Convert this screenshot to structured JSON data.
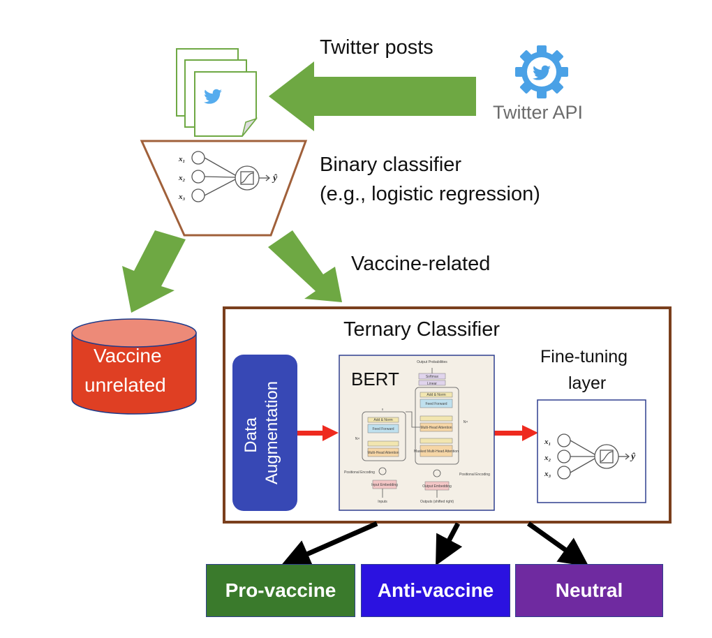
{
  "labels": {
    "twitter_posts": "Twitter posts",
    "twitter_api": "Twitter API",
    "binary_classifier_line1": "Binary classifier",
    "binary_classifier_line2": "(e.g., logistic regression)",
    "vaccine_related": "Vaccine-related",
    "vaccine_unrelated_line1": "Vaccine",
    "vaccine_unrelated_line2": "unrelated",
    "ternary_classifier": "Ternary Classifier",
    "data_augmentation_line1": "Data",
    "data_augmentation_line2": "Augmentation",
    "bert": "BERT",
    "fine_tuning_line1": "Fine-tuning",
    "fine_tuning_line2": "layer"
  },
  "neuron": {
    "x1": "x₁",
    "x2": "x₂",
    "x3": "x₃",
    "y_hat": "ŷ"
  },
  "bert_diagram": {
    "output_probabilities": "Output Probabilities",
    "softmax": "Softmax",
    "linear": "Linear",
    "add_norm": "Add & Norm",
    "feed_forward": "Feed Forward",
    "multi_head_attention": "Multi-Head Attention",
    "masked_multi_head_attention": "Masked Multi-Head Attention",
    "positional_encoding": "Positional Encoding",
    "input_embedding": "Input Embedding",
    "output_embedding": "Output Embedding",
    "inputs": "Inputs",
    "outputs": "Outputs (shifted right)",
    "nx": "N×"
  },
  "outputs": [
    {
      "label": "Pro-vaccine",
      "color": "#3a7a2c"
    },
    {
      "label": "Anti-vaccine",
      "color": "#2b12e0"
    },
    {
      "label": "Neutral",
      "color": "#6f2aa0"
    }
  ],
  "colors": {
    "green_arrow": "#6ea843",
    "red_arrow": "#ee2a1f",
    "brown_border": "#7a3f1d",
    "cylinder": "#df3f23",
    "cylinder_top": "#ed8a78",
    "data_aug": "#3748b5",
    "twitter_blue": "#55acee",
    "twitter_api_gear": "#4aa1e6"
  }
}
